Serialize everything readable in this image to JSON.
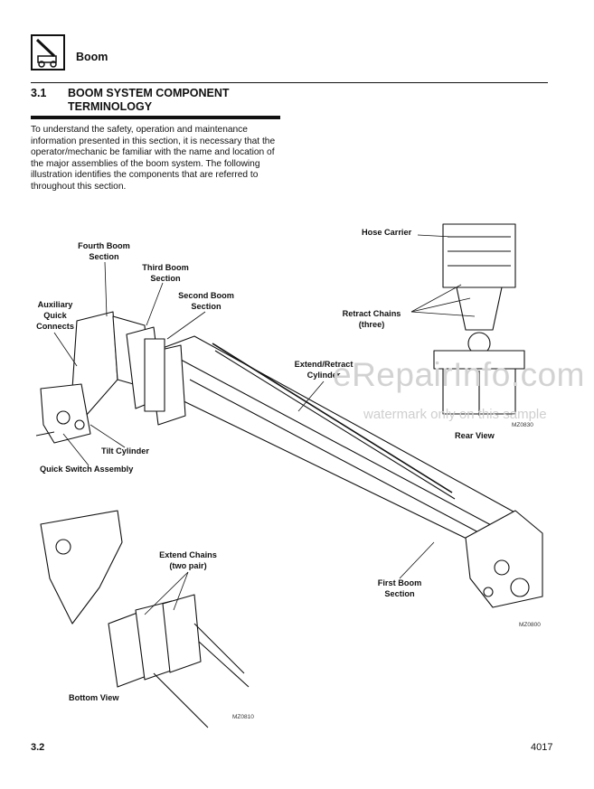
{
  "header": {
    "title": "Boom",
    "icon": "boom-loader-icon"
  },
  "section": {
    "number": "3.1",
    "title": "BOOM SYSTEM COMPONENT TERMINOLOGY"
  },
  "intro_text": "To understand the safety, operation and maintenance information presented in this section, it is necessary that the operator/mechanic be familiar with the name and location of the major assemblies of the boom system. The following illustration identifies the components that are referred to throughout this section.",
  "labels": {
    "fourth_boom_1": "Fourth Boom",
    "fourth_boom_2": "Section",
    "third_boom_1": "Third Boom",
    "third_boom_2": "Section",
    "second_boom_1": "Second Boom",
    "second_boom_2": "Section",
    "aux_1": "Auxiliary",
    "aux_2": "Quick",
    "aux_3": "Connects",
    "extend_retract_1": "Extend/Retract",
    "extend_retract_2": "Cylinder",
    "tilt_cylinder": "Tilt Cylinder",
    "quick_switch": "Quick Switch Assembly",
    "hose_carrier": "Hose Carrier",
    "retract_chains_1": "Retract Chains",
    "retract_chains_2": "(three)",
    "rear_view": "Rear View",
    "extend_chains_1": "Extend Chains",
    "extend_chains_2": "(two pair)",
    "first_boom_1": "First Boom",
    "first_boom_2": "Section",
    "bottom_view": "Bottom View"
  },
  "figure_codes": {
    "rear": "MZ0830",
    "main": "MZ0800",
    "bottom": "MZ0810"
  },
  "watermark": {
    "line1": "eRepairInfo.com",
    "line2": "watermark only on this sample"
  },
  "footer": {
    "page": "3.2",
    "doc_number": "4017"
  }
}
